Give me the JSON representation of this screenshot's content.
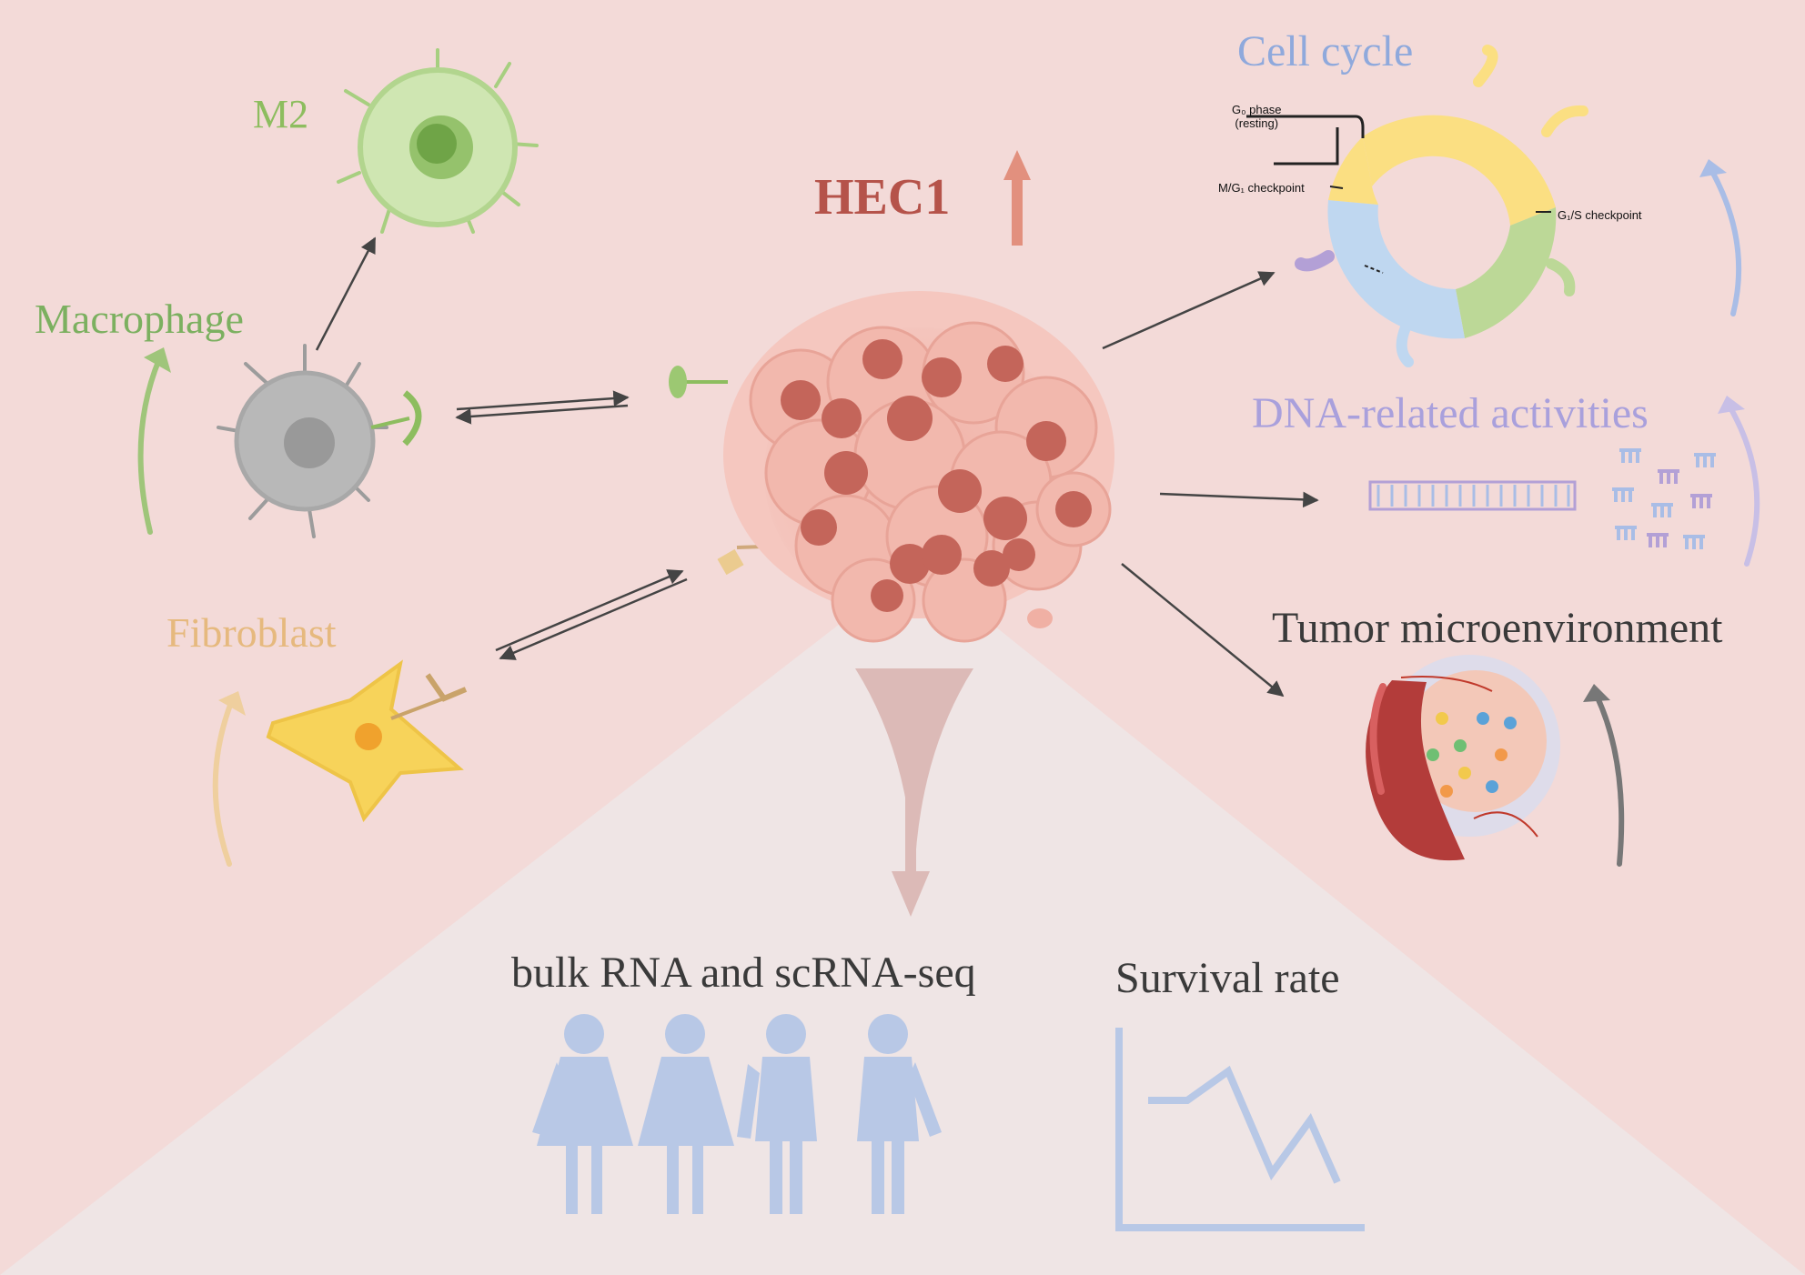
{
  "labels": {
    "m2": "M2",
    "macrophage": "Macrophage",
    "fibroblast": "Fibroblast",
    "hec1": "HEC1",
    "cell_cycle": "Cell cycle",
    "dna_activities": "DNA-related activities",
    "tumor_microenvironment": "Tumor microenvironment",
    "bulk_rna": "bulk RNA and scRNA-seq",
    "survival_rate": "Survival rate"
  },
  "cell_cycle_labels": {
    "g0_phase": "G₀ phase",
    "g0_resting": "(resting)",
    "mg1_checkpoint": "M/G₁ checkpoint",
    "g1s_checkpoint": "G₁/S checkpoint"
  },
  "colors": {
    "background": "#f3dad8",
    "m2": "#8dbd5f",
    "macrophage": "#7cb060",
    "fibroblast": "#e6b97e",
    "hec1": "#b5534a",
    "cell_cycle": "#8fa9dc",
    "dna_activities": "#a9a0dc",
    "tumor_microenvironment": "#3a3a3a",
    "people": "#b8c8e6"
  },
  "icons": [
    "m2-cell-icon",
    "macrophage-cell-icon",
    "fibroblast-cell-icon",
    "tumor-cluster-icon",
    "cell-cycle-ring-icon",
    "dna-strand-icon",
    "tumor-vessel-icon",
    "people-icon",
    "survival-chart-icon",
    "funnel-arrow-icon"
  ]
}
